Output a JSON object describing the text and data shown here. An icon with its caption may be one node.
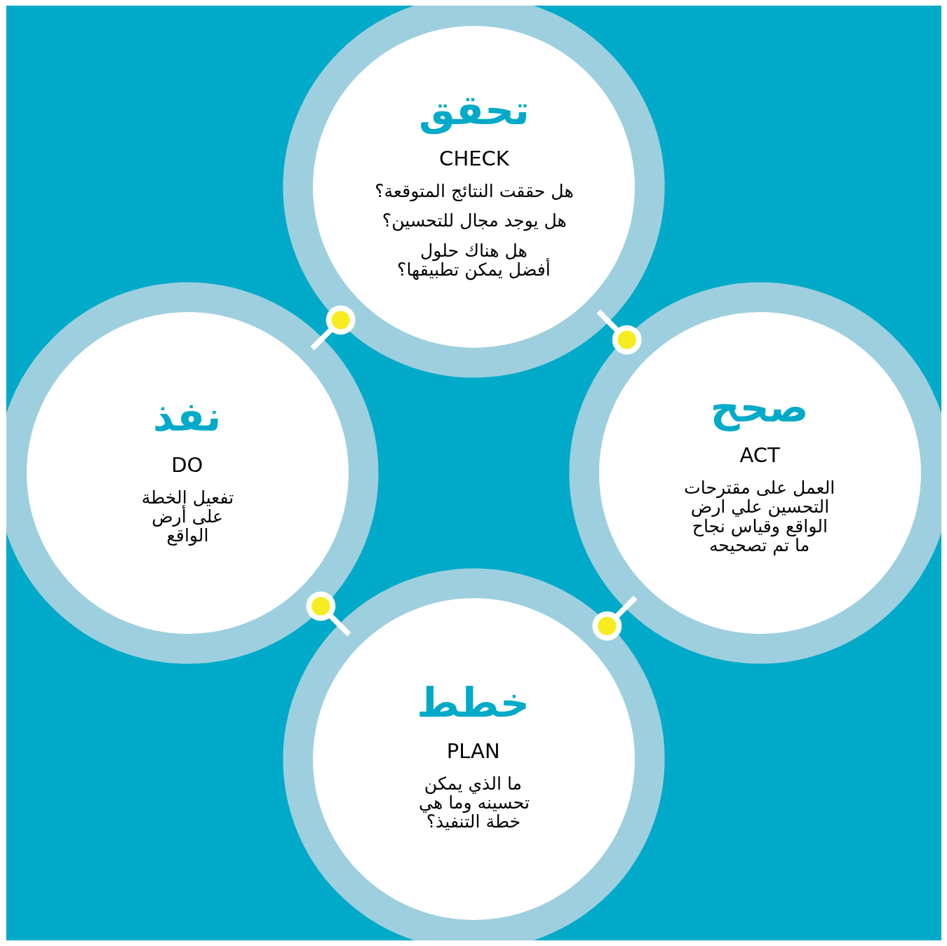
{
  "diagram": {
    "nodes": [
      {
        "text": [
          "خطط",
          "PLAN",
          "ما الذي يمكن تحسينه وما هي خطة التنفيذ؟"
        ]
      },
      {
        "text": [
          "نفذ",
          "DO",
          "تفعيل الخطة على أرض الواقع"
        ]
      },
      {
        "text": [
          "تحقق",
          "CHECK",
          "هل حققت النتائج المتوقعة؟",
          "هل يوجد مجال للتحسين؟",
          "هل هناك حلول أفضل يمكن تطبيقها؟"
        ]
      },
      {
        "text": [
          "صحح",
          "ACT",
          "العمل على مقترحات التحسين علي ارض الواقع وقياس نجاح ما تم تصحيحه"
        ]
      }
    ],
    "edges": [
      {
        "from": 0,
        "to": 1,
        "arrow": "other"
      },
      {
        "from": 1,
        "to": 2,
        "arrow": "other"
      },
      {
        "from": 2,
        "to": 3,
        "arrow": "other"
      },
      {
        "from": 3,
        "to": 0,
        "arrow": "other"
      }
    ]
  }
}
